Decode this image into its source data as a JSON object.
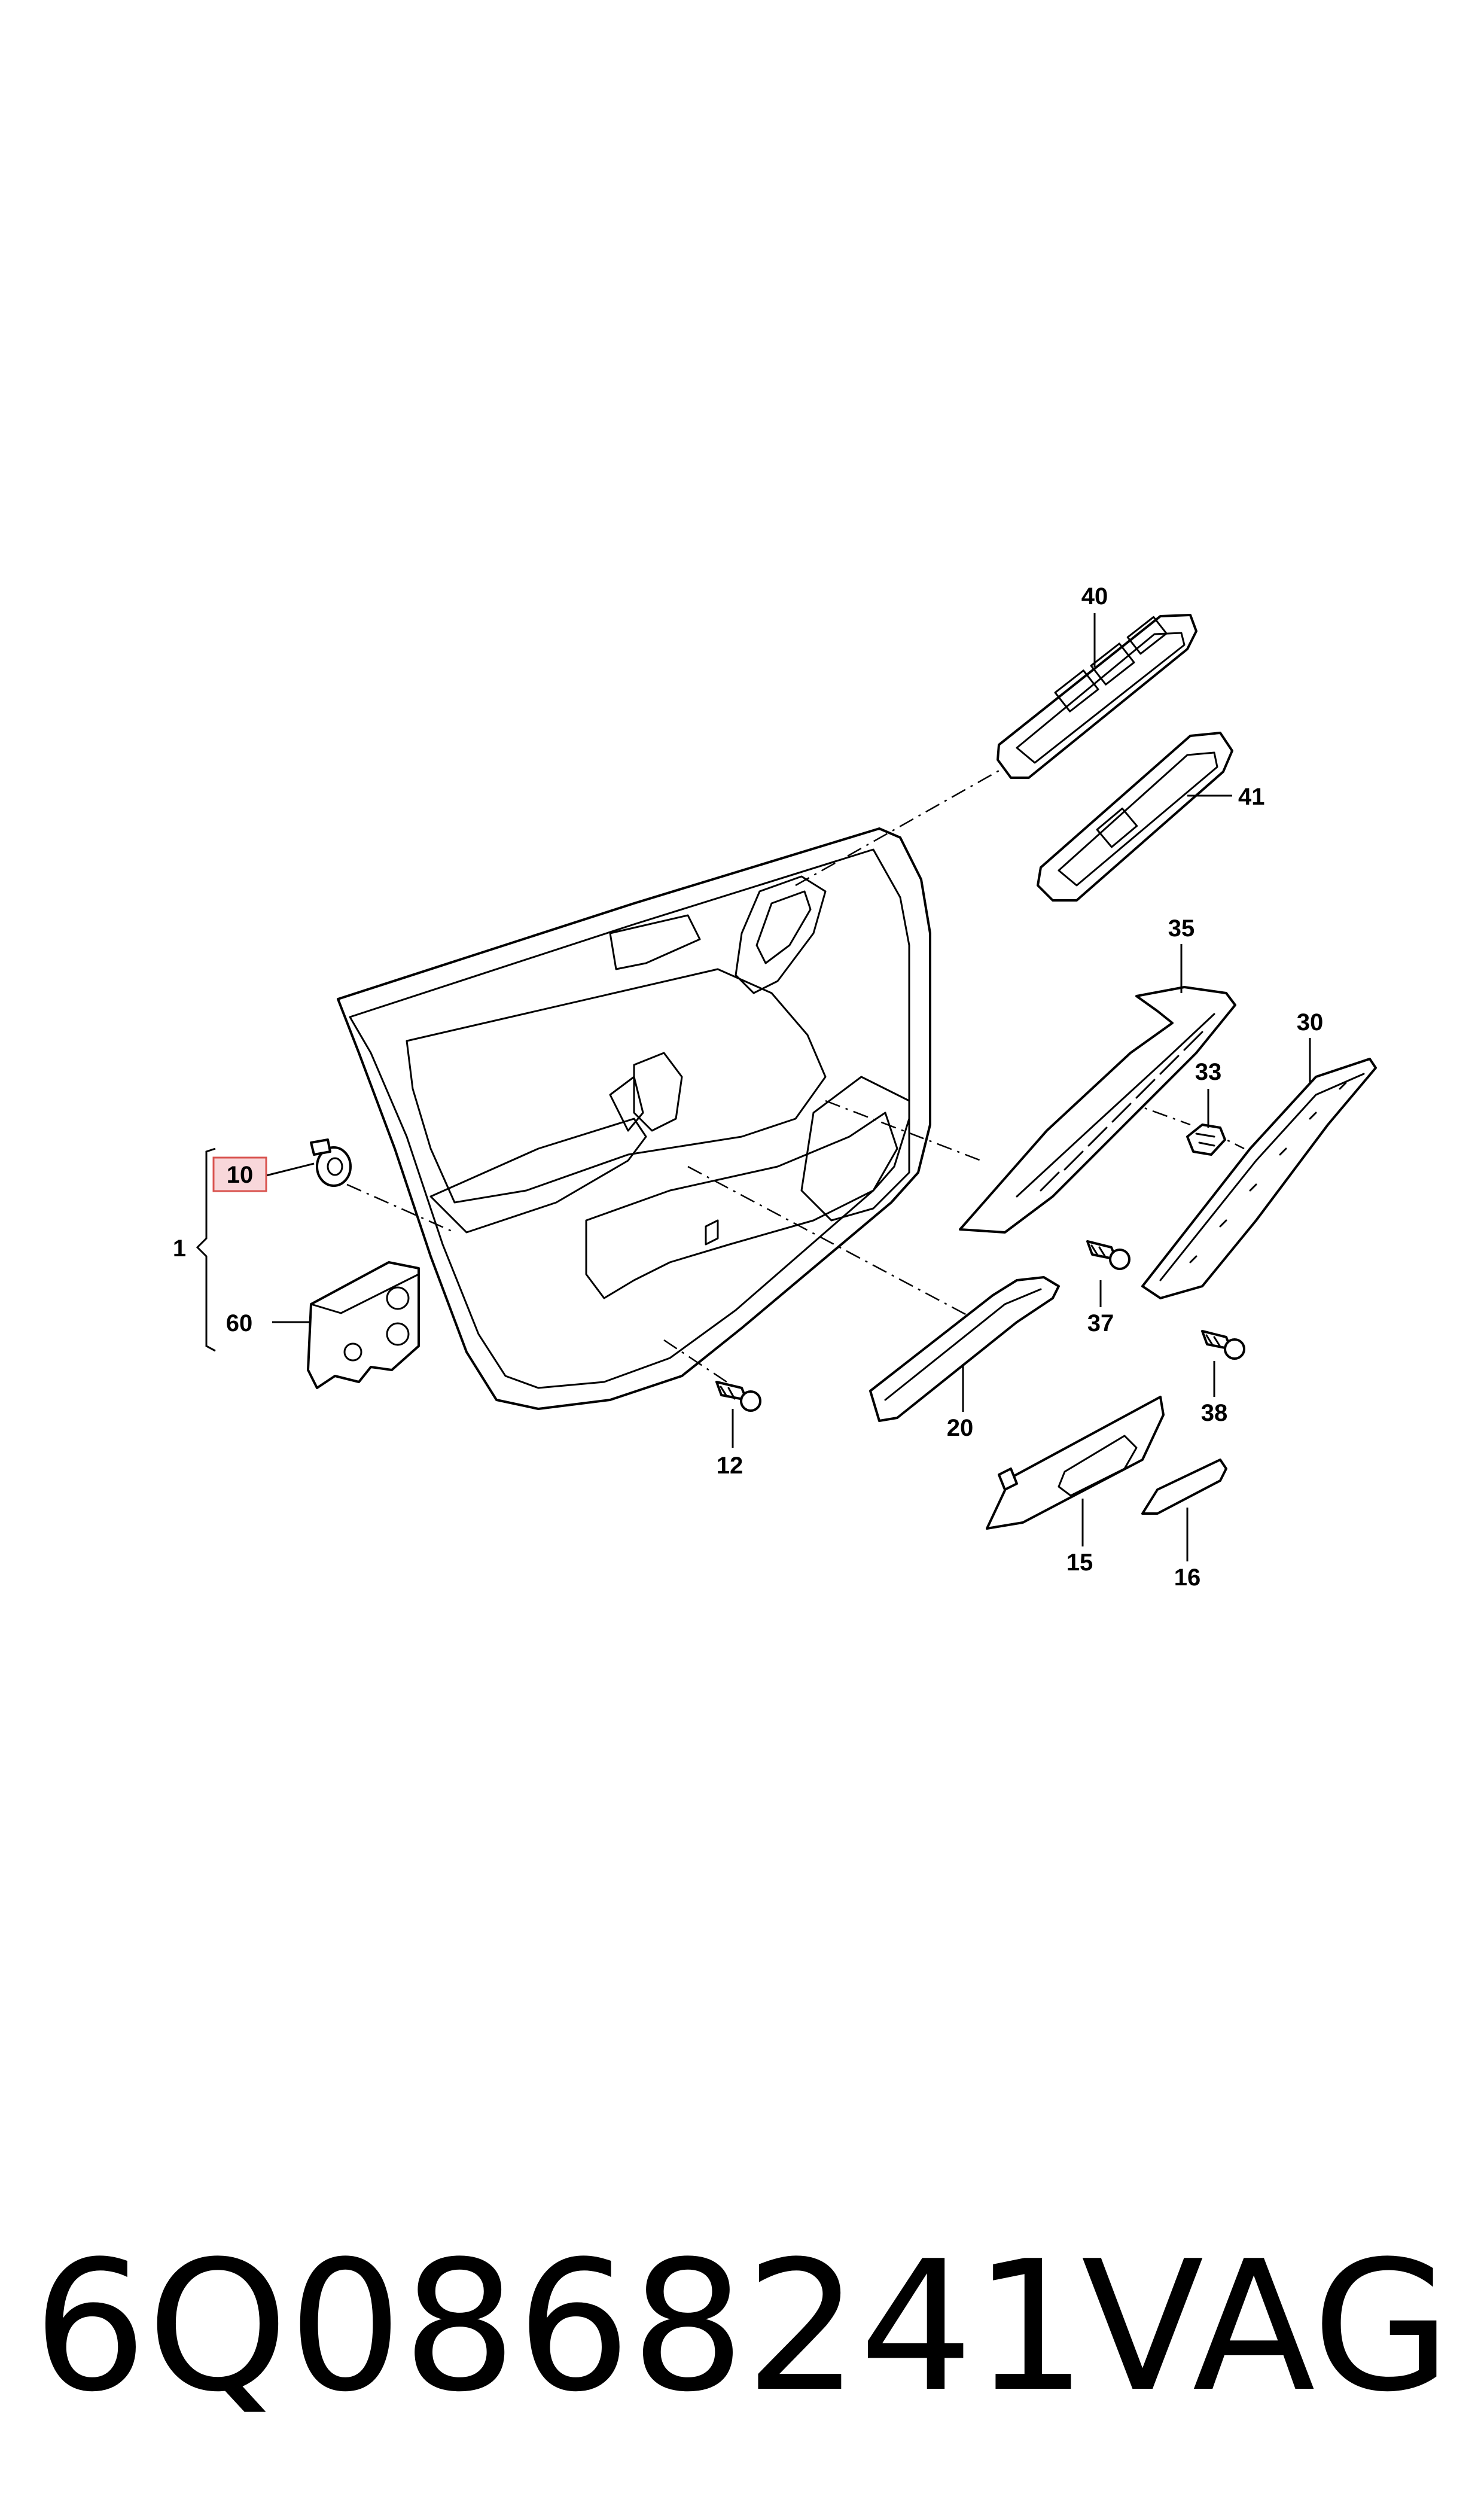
{
  "callouts": {
    "c1": "1",
    "c10": "10",
    "c12": "12",
    "c15": "15",
    "c16": "16",
    "c20": "20",
    "c30": "30",
    "c33": "33",
    "c35": "35",
    "c37": "37",
    "c38": "38",
    "c40": "40",
    "c41": "41",
    "c60": "60"
  },
  "highlighted_callout": "10",
  "highlight_color": "#f8d7da",
  "highlight_border_color": "#d9534f",
  "footer": {
    "part_number": "6Q0868241",
    "brand": "VAG"
  }
}
